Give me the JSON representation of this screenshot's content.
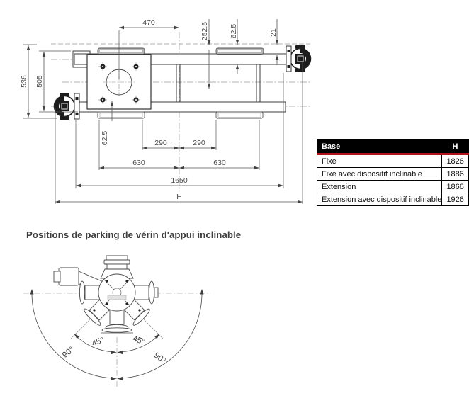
{
  "top_drawing": {
    "dim_470": "470",
    "dim_252_5": "252.5",
    "dim_62_5_top": "62.5",
    "dim_21": "21",
    "dim_536": "536",
    "dim_505": "505",
    "dim_62_5_bottom": "62.5",
    "dim_290_left": "290",
    "dim_290_right": "290",
    "dim_630_left": "630",
    "dim_630_right": "630",
    "dim_1650": "1650",
    "dim_H": "H"
  },
  "spec_table": {
    "columns": [
      "Base",
      "H"
    ],
    "rows": [
      {
        "label": "Fixe",
        "value": "1826"
      },
      {
        "label": "Fixe avec dispositif inclinable",
        "value": "1886"
      },
      {
        "label": "Extension",
        "value": "1866"
      },
      {
        "label": "Extension avec dispositif inclinable",
        "value": "1926"
      }
    ],
    "colors": {
      "header_bg": "#000000",
      "header_text": "#ffffff",
      "accent_red": "#b01217"
    }
  },
  "section_title": "Positions de parking de vérin d'appui inclinable",
  "parking_diagram": {
    "angle_45_left": "45°",
    "angle_45_right": "45°",
    "angle_90_left": "90°",
    "angle_90_right": "90°"
  }
}
